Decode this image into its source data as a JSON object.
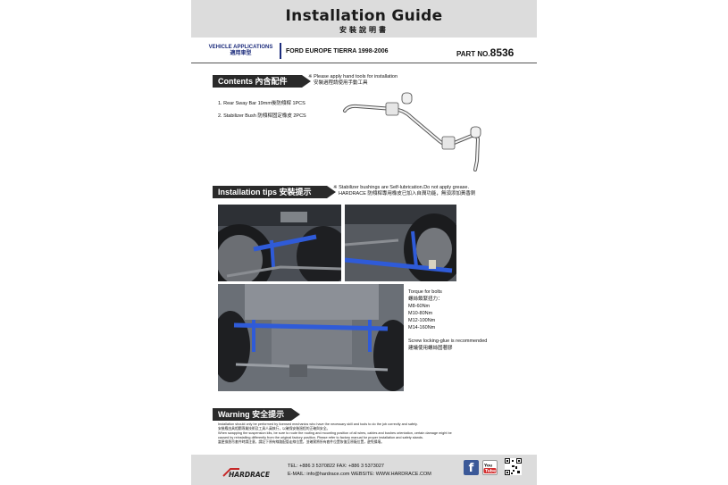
{
  "header": {
    "title": "Installation Guide",
    "subtitle": "安裝說明書"
  },
  "vehicle": {
    "label_en": "VEHICLE APPLICATIONS",
    "label_zh": "適用車型",
    "model": "FORD EUROPE TIERRA 1998-2006",
    "part_prefix": "PART NO.",
    "part_number": "8536"
  },
  "contents": {
    "title": "Contents 內含配件",
    "note_en": "※ Please apply hand tools for installation",
    "note_zh": "安裝過程請使用手動工具",
    "items": [
      "1. Rear Sway Bar 19mm後防傾桿 1PCS",
      "2. Stabilizer Bush 防傾桿固定橡皮 2PCS"
    ]
  },
  "tips": {
    "title": "Installation tips 安裝提示",
    "note_en": "※ Stabilizer bushings are Self-lubrication.Do not apply grease.",
    "note_zh": "HARDRACE 防傾桿專用橡皮已加入自潤功能，無須添加黃香劑",
    "torque_lines": [
      "Torque for  bolts",
      "螺絲鎖緊扭力：",
      "M8-60Nm",
      "M10-80Nm",
      "M12-100Nm",
      "M14-160Nm"
    ],
    "glue_en": "Screw locking-glue is recommended",
    "glue_zh": "建議使用螺絲固著膠"
  },
  "warning": {
    "title": "Warning 安全提示",
    "lines": [
      "Installation should only be performed by licensed mechanics who have the necessary skill and tools to do the job correctly and safely.",
      "安裝應由具相關專業技術及工具人員執行，以確保安裝過程的正確與安全。",
      "When swapping the suspension kits, be sure to route the routing and mounting position of all wires, cables and bushes orientation, certain damage might be",
      "caused by reinstalling differently from the original factory position. Please refer to factory manual for proper installation and safety stands.",
      "當更換懸吊套件時請注意，請記下原有線路配管走線位置，並確實將所有套件位置恢復至原廠位置，避免損壞。"
    ]
  },
  "footer": {
    "logo_text": "HARDRACE",
    "tel": "TEL: +886 3 5370822   FAX: +886 3 5373027",
    "email": "E-MAIL: info@hardrace.com   WEBSITE: WWW.HARDRACE.COM",
    "youtube_label": "You Tube"
  },
  "colors": {
    "accent": "#1c2c7c",
    "header_bg": "#dcdcdc",
    "section_bar": "#2a2a2a",
    "part_blue": "#2244cc"
  },
  "icons": [
    "facebook-icon",
    "youtube-icon",
    "qr-code-icon"
  ]
}
